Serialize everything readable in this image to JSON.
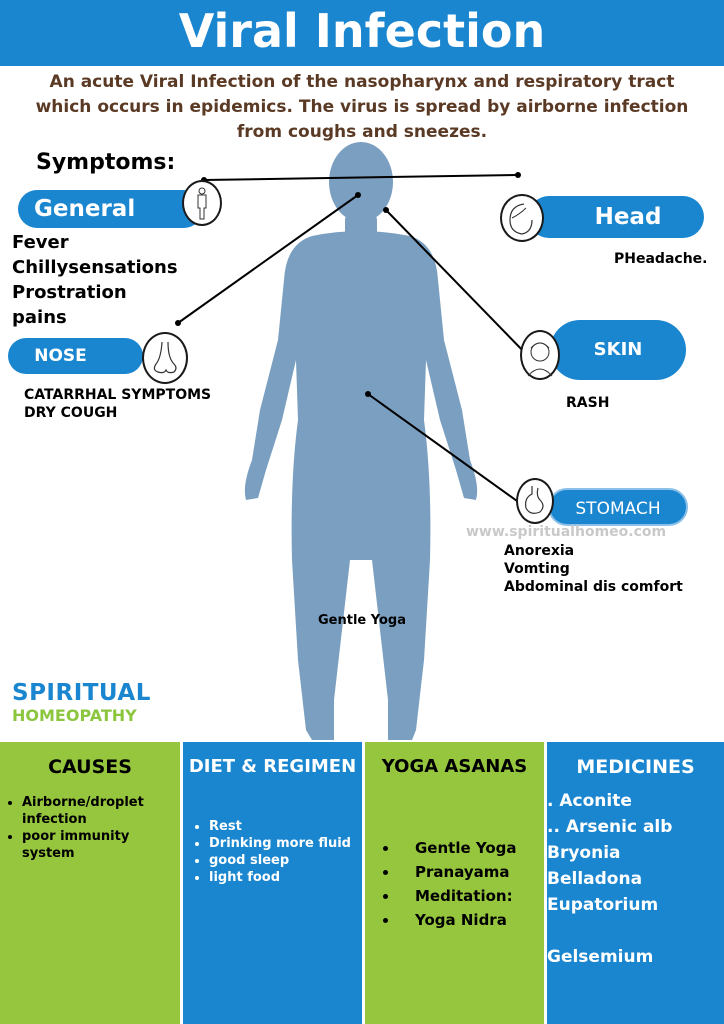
{
  "title": "Viral Infection",
  "intro": "An acute Viral Infection of the nasopharynx and respiratory tract which occurs in epidemics. The virus is spread by airborne infection from coughs and sneezes.",
  "symptoms_heading": "Symptoms:",
  "general": {
    "label": "General",
    "items": [
      "Fever",
      "Chillysensations",
      "Prostration",
      "pains"
    ]
  },
  "head": {
    "label": "Head",
    "text": "PHeadache."
  },
  "nose": {
    "label": "NOSE",
    "items": [
      "CATARRHAL SYMPTOMS",
      "DRY COUGH"
    ]
  },
  "skin": {
    "label": "SKIN",
    "text": "RASH"
  },
  "stomach": {
    "label": "STOMACH",
    "items": [
      "Anorexia",
      "Vomting",
      "Abdominal dis comfort"
    ]
  },
  "body_caption": "Gentle Yoga",
  "watermark": "www.spiritualhomeo.com",
  "brand": {
    "line1": "SPIRITUAL",
    "line2": "HOMEOPATHY"
  },
  "colors": {
    "blue": "#1a86d0",
    "green": "#96c63d",
    "figure": "#7a9fc0",
    "intro_text": "#5a3a24"
  },
  "causes": {
    "title": "CAUSES",
    "items": [
      "Airborne/droplet infection",
      "poor immunity system"
    ]
  },
  "diet": {
    "title": "DIET & REGIMEN",
    "items": [
      "Rest",
      "Drinking more fluid",
      "good sleep",
      "light food"
    ]
  },
  "yoga": {
    "title": "YOGA ASANAS",
    "items": [
      "Gentle Yoga",
      "Pranayama",
      "Meditation:",
      "Yoga Nidra"
    ]
  },
  "medicines": {
    "title": "MEDICINES",
    "items": [
      ". Aconite",
      ".. Arsenic alb",
      "Bryonia",
      "Belladona",
      "Eupatorium",
      "",
      "Gelsemium"
    ]
  }
}
